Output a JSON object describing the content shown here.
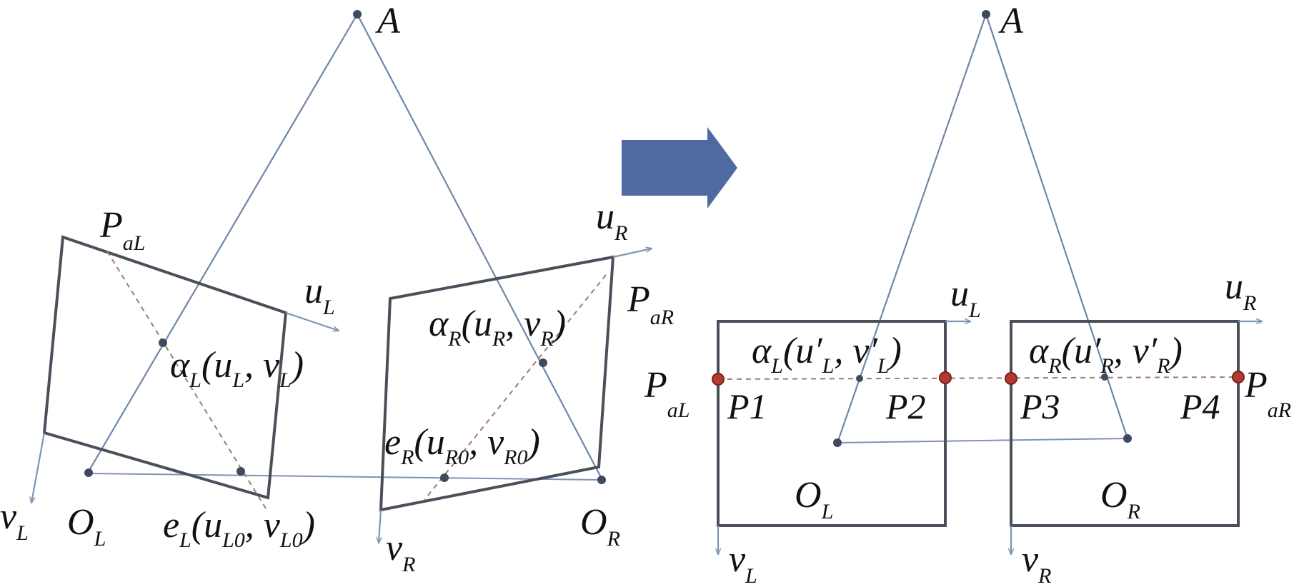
{
  "colors": {
    "frame": "#4a4f5a",
    "ray": "#6f86a8",
    "baseline": "#7f93b5",
    "diagonal": "#a07c6a",
    "point": "#3e4a5e",
    "marker_fill": "#b23a35",
    "marker_stroke": "#7a1f1c",
    "arrow": "#4f6aa0",
    "text": "#111111"
  },
  "left": {
    "apex": "A",
    "pal": {
      "main": "P",
      "sub": "aL"
    },
    "par": {
      "main": "P",
      "sub": "aR"
    },
    "uL": {
      "main": "u",
      "sub": "L"
    },
    "vL": {
      "main": "v",
      "sub": "L"
    },
    "uR": {
      "main": "u",
      "sub": "R"
    },
    "vR": {
      "main": "v",
      "sub": "R"
    },
    "oL": {
      "main": "O",
      "sub": "L"
    },
    "oR": {
      "main": "O",
      "sub": "R"
    },
    "alphaL": {
      "pre": "α",
      "s1": "L",
      "mid1": "(u",
      "s2": "L",
      "mid2": ", v",
      "s3": "L",
      "post": ")"
    },
    "alphaR": {
      "pre": "α",
      "s1": "R",
      "mid1": "(u",
      "s2": "R",
      "mid2": ", v",
      "s3": "R",
      "post": ")"
    },
    "eL": {
      "pre": "e",
      "s1": "L",
      "mid1": "(u",
      "s2": "L0",
      "mid2": ", v",
      "s3": "L0",
      "post": ")"
    },
    "eR": {
      "pre": "e",
      "s1": "R",
      "mid1": "(u",
      "s2": "R0",
      "mid2": ", v",
      "s3": "R0",
      "post": ")"
    }
  },
  "right": {
    "apex": "A",
    "pal": {
      "main": "P",
      "sub": "aL"
    },
    "par": {
      "main": "P",
      "sub": "aR"
    },
    "uL": {
      "main": "u",
      "sub": "L"
    },
    "vL": {
      "main": "v",
      "sub": "L"
    },
    "uR": {
      "main": "u",
      "sub": "R"
    },
    "vR": {
      "main": "v",
      "sub": "R"
    },
    "oL": {
      "main": "O",
      "sub": "L"
    },
    "oR": {
      "main": "O",
      "sub": "R"
    },
    "alphaL": {
      "pre": "α",
      "s1": "L",
      "mid1": "(u′",
      "s2": "L",
      "mid2": ", v′",
      "s3": "L",
      "post": ")"
    },
    "alphaR": {
      "pre": "α",
      "s1": "R",
      "mid1": "(u′",
      "s2": "R",
      "mid2": ", v′",
      "s3": "R",
      "post": ")"
    },
    "p1": "P1",
    "p2": "P2",
    "p3": "P3",
    "p4": "P4"
  }
}
